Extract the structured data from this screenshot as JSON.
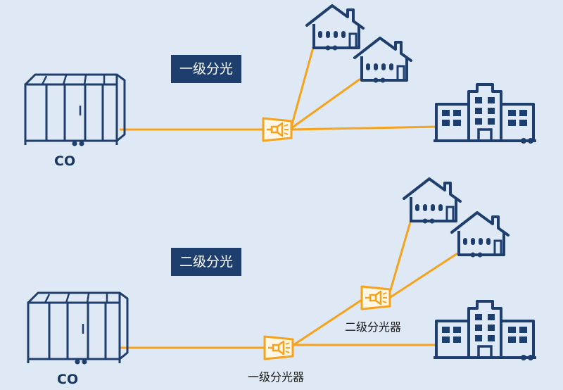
{
  "top": {
    "badge": "一级分光",
    "co_label": "CO"
  },
  "bottom": {
    "badge": "二级分光",
    "co_label": "CO",
    "splitter1_label": "一级分光器",
    "splitter2_label": "二级分光器"
  },
  "colors": {
    "background": "#dfe9f5",
    "navy": "#1e3e6e",
    "fiber": "#f7a21b"
  },
  "icons": [
    "central-office-icon",
    "splitter-icon",
    "house-icon",
    "office-building-icon"
  ]
}
